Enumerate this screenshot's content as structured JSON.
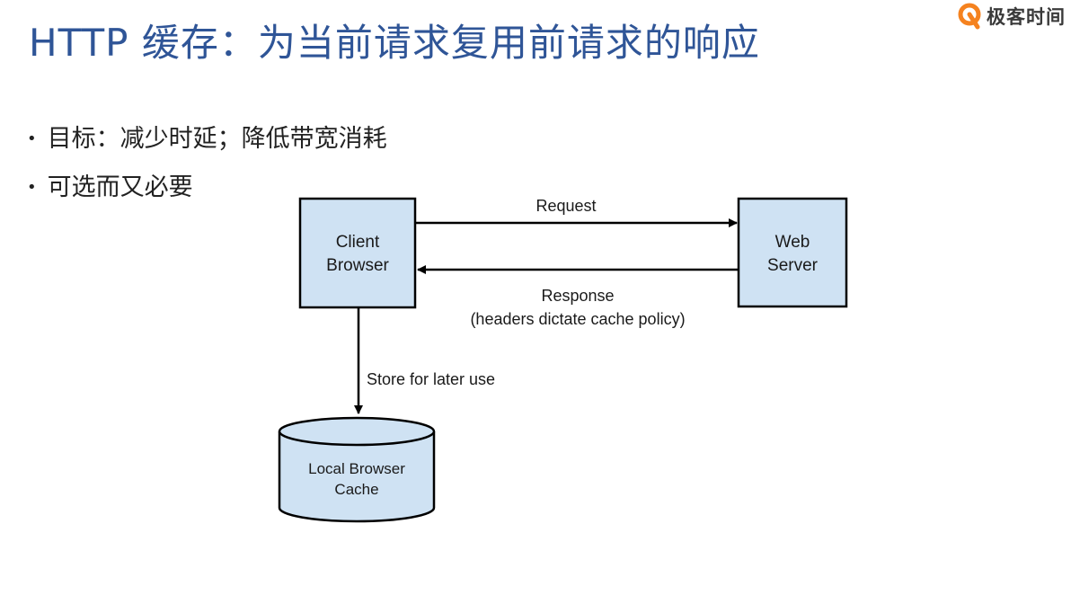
{
  "slide": {
    "title": "HTTP 缓存：为当前请求复用前请求的响应",
    "brand": "极客时间",
    "bullets": [
      "目标：减少时延；降低带宽消耗",
      "可选而又必要"
    ]
  },
  "diagram": {
    "client_box": {
      "line1": "Client",
      "line2": "Browser"
    },
    "server_box": {
      "line1": "Web",
      "line2": "Server"
    },
    "request_label": "Request",
    "response_label": {
      "line1": "Response",
      "line2": "(headers dictate cache policy)"
    },
    "store_label": "Store for later use",
    "cache": {
      "line1": "Local Browser",
      "line2": "Cache"
    },
    "colors": {
      "box_fill": "#cfe2f3",
      "stroke": "#000000",
      "title": "#2f5597",
      "brand_orange": "#f5821f"
    }
  }
}
